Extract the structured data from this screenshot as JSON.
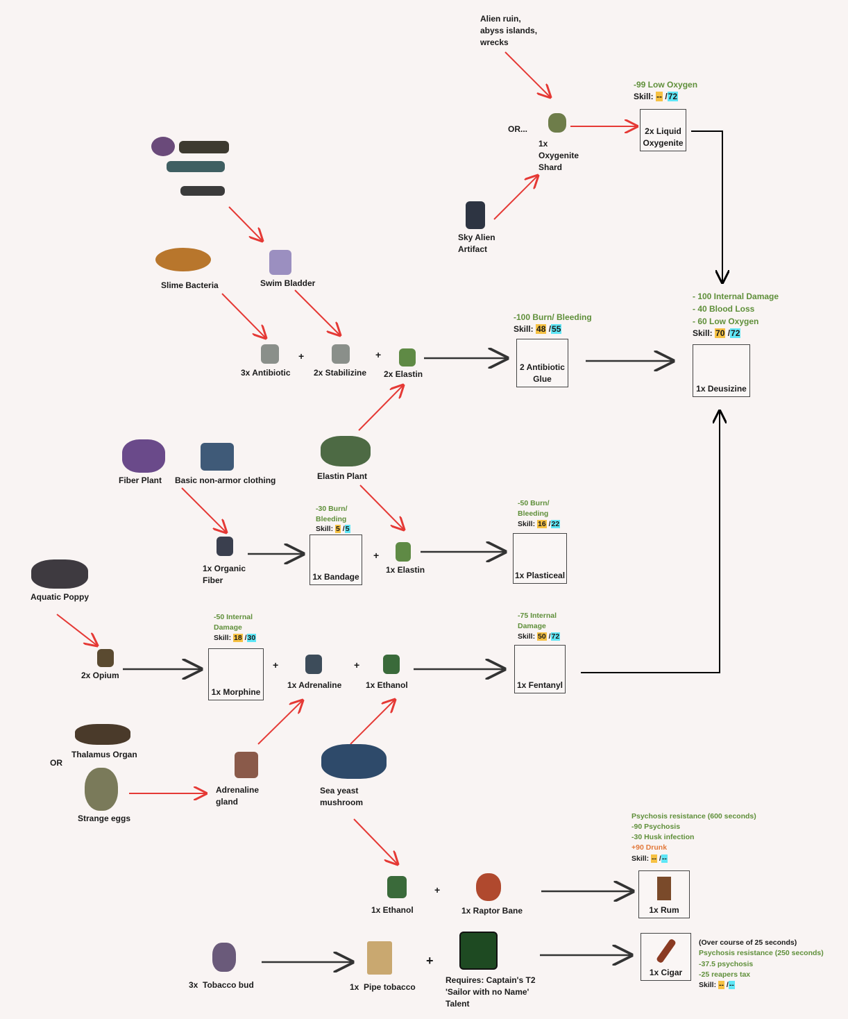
{
  "colors": {
    "effect": "#5f8f3a",
    "negative": "#e2783a",
    "skill_required": "#f6c143",
    "skill_max": "#5fe6f6",
    "red_arrow": "#e53935",
    "dark_arrow": "#333333"
  },
  "sources": {
    "alien_ruin": "Alien ruin,\nabyss islands,\nwrecks",
    "or_top": "OR...",
    "oxygenite_shard": "1x\nOxygenite\nShard",
    "sky_alien_artifact": "Sky Alien\nArtifact",
    "slime_bacteria": "Slime Bacteria",
    "swim_bladder": "Swim Bladder",
    "fiber_plant": "Fiber Plant",
    "clothing": "Basic non-armor clothing",
    "elastin_plant": "Elastin Plant",
    "organic_fiber": "1x Organic\nFiber",
    "aquatic_poppy": "Aquatic Poppy",
    "opium": "2x Opium",
    "thalamus_organ": "Thalamus Organ",
    "or_mid": "OR",
    "strange_eggs": "Strange eggs",
    "adrenaline_gland": "Adrenaline\ngland",
    "sea_yeast": "Sea yeast\nmushroom",
    "tobacco_bud": "3x  Tobacco bud",
    "pipe_tobacco": "1x  Pipe tobacco",
    "talent": "Requires: Captain's T2\n'Sailor with no Name'\nTalent"
  },
  "ingredients": {
    "antibiotic": "3x Antibiotic",
    "stabilizine": "2x Stabilizine",
    "elastin2": "2x Elastin",
    "elastin1": "1x Elastin",
    "adrenaline": "1x Adrenaline",
    "ethanol": "1x Ethanol",
    "ethanol2": "1x Ethanol",
    "raptor_bane": "1x Raptor Bane",
    "plus": "+"
  },
  "products": {
    "liquid_oxygenite": {
      "name": "2x Liquid\nOxygenite",
      "effects": [
        "-99 Low Oxygen"
      ],
      "skill_req": "--",
      "skill_max": "72"
    },
    "antibiotic_glue": {
      "name": "2 Antibiotic\nGlue",
      "effects": [
        "-100 Burn/ Bleeding"
      ],
      "skill_req": "48",
      "skill_max": "55"
    },
    "deusizine": {
      "name": "1x Deusizine",
      "effects": [
        "- 100 Internal Damage",
        "- 40 Blood Loss",
        "- 60 Low Oxygen"
      ],
      "skill_req": "70",
      "skill_max": "72"
    },
    "bandage": {
      "name": "1x Bandage",
      "effects": [
        "-30 Burn/\nBleeding"
      ],
      "skill_req": "5",
      "skill_max": "5"
    },
    "plasticeal": {
      "name": "1x Plasticeal",
      "effects": [
        "-50 Burn/\nBleeding"
      ],
      "skill_req": "16",
      "skill_max": "22"
    },
    "morphine": {
      "name": "1x Morphine",
      "effects": [
        "-50 Internal\nDamage"
      ],
      "skill_req": "18",
      "skill_max": "30"
    },
    "fentanyl": {
      "name": "1x Fentanyl",
      "effects": [
        "-75 Internal\nDamage"
      ],
      "skill_req": "50",
      "skill_max": "72"
    },
    "rum": {
      "name": "1x Rum",
      "effects": [
        "Psychosis resistance (600 seconds)",
        "-90 Psychosis",
        "-30 Husk infection"
      ],
      "negative": "+90 Drunk",
      "skill_req": "--",
      "skill_max": "--"
    },
    "cigar": {
      "name": "1x Cigar",
      "note": "(Over course of 25 seconds)",
      "effects": [
        "Psychosis resistance (250 seconds)",
        "-37.5 psychosis",
        "-25 reapers tax"
      ],
      "skill_req": "--",
      "skill_max": "--"
    }
  },
  "skill_label": "Skill: ",
  "slash": " /"
}
